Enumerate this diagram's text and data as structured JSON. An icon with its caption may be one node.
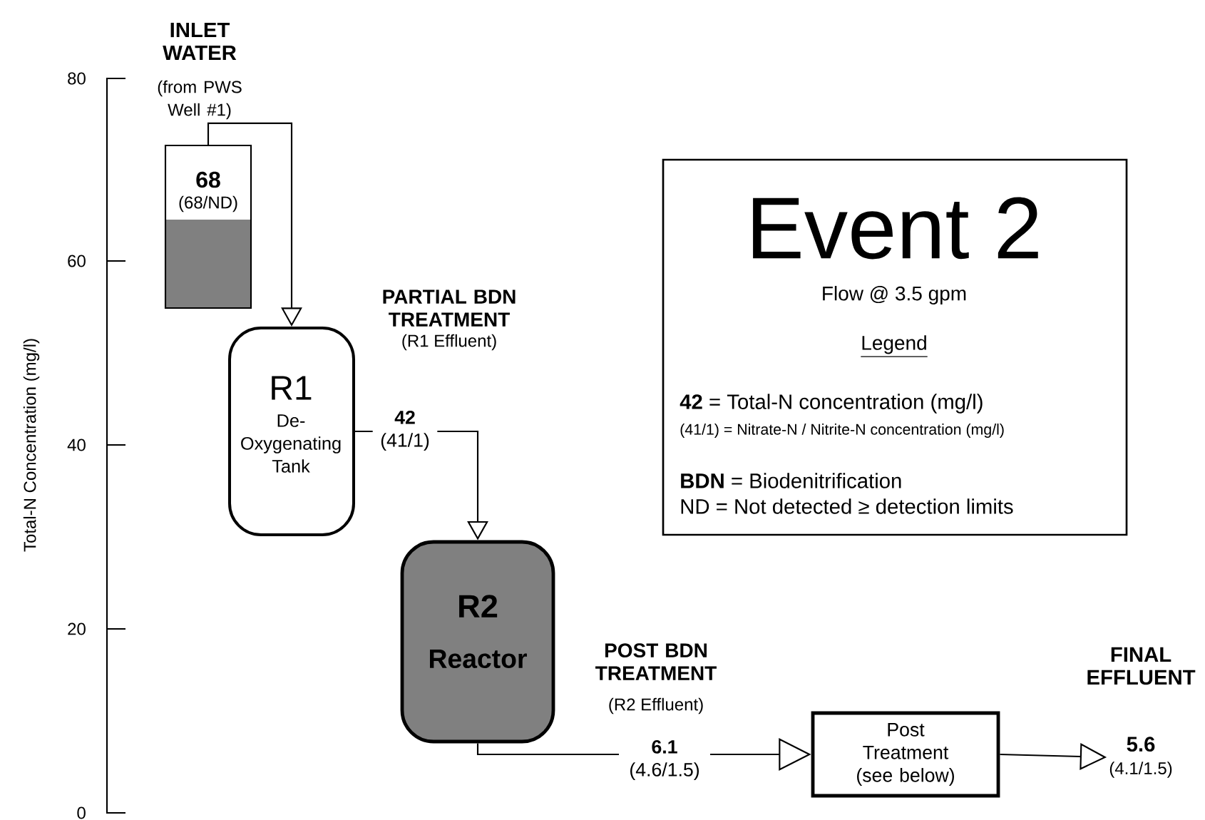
{
  "diagram": {
    "nodes": [
      {
        "text": [
          "68",
          "(68/ND)"
        ],
        "beside": [
          "INLET WATER",
          "(from PWS Well #1)"
        ]
      },
      {
        "text": [
          "R1",
          "De-Oxygenating Tank"
        ]
      },
      {
        "text": [
          "R2",
          "Reactor"
        ]
      },
      {
        "text": [
          "Post Treatment (see below)"
        ]
      },
      {
        "text": [
          "5.6",
          "(4.1/1.5)"
        ],
        "beside": [
          "FINAL EFFLUENT"
        ]
      },
      {
        "text": [
          "Event 2",
          "Flow @ 3.5 gpm",
          "Legend",
          "**42** = Total-N concentration (mg/l)",
          "(41/1) = Nitrate-N / Nitrite-N concentration (mg/l)",
          "**BDN** = Biodenitrification",
          "ND = Not detected ≥ detection limits"
        ]
      }
    ],
    "edges": [
      {
        "from": 0,
        "to": 1,
        "arrow": "to"
      },
      {
        "from": 1,
        "to": 2,
        "arrow": "to",
        "label": "**42** (41/1)"
      },
      {
        "from": 2,
        "to": 3,
        "arrow": "to",
        "label": "**6.1** (4.6/1.5)"
      },
      {
        "from": 3,
        "to": 4,
        "arrow": "to"
      }
    ],
    "labels": [
      "PARTIAL BDN TREATMENT",
      "(R1 Effluent)",
      "POST BDN TREATMENT",
      "(R2 Effluent)",
      "80",
      "60",
      "40",
      "20",
      "0",
      "Total-N Concentration (mg/l)"
    ]
  }
}
